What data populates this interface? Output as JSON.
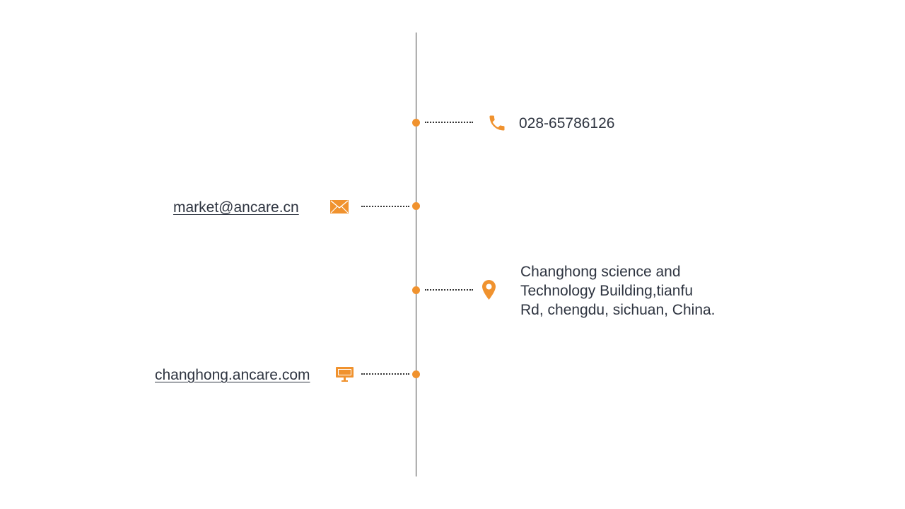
{
  "accent_color": "#f0922e",
  "line_color": "#444444",
  "text_color": "#2e3440",
  "contacts": {
    "phone": {
      "icon": "phone-icon",
      "value": "028-65786126"
    },
    "email": {
      "icon": "envelope-icon",
      "value": "market@ancare.cn"
    },
    "address": {
      "icon": "map-pin-icon",
      "lines": [
        "Changhong science and",
        "Technology Building,tianfu",
        "Rd, chengdu, sichuan, China."
      ]
    },
    "website": {
      "icon": "monitor-icon",
      "value": "changhong.ancare.com"
    }
  }
}
